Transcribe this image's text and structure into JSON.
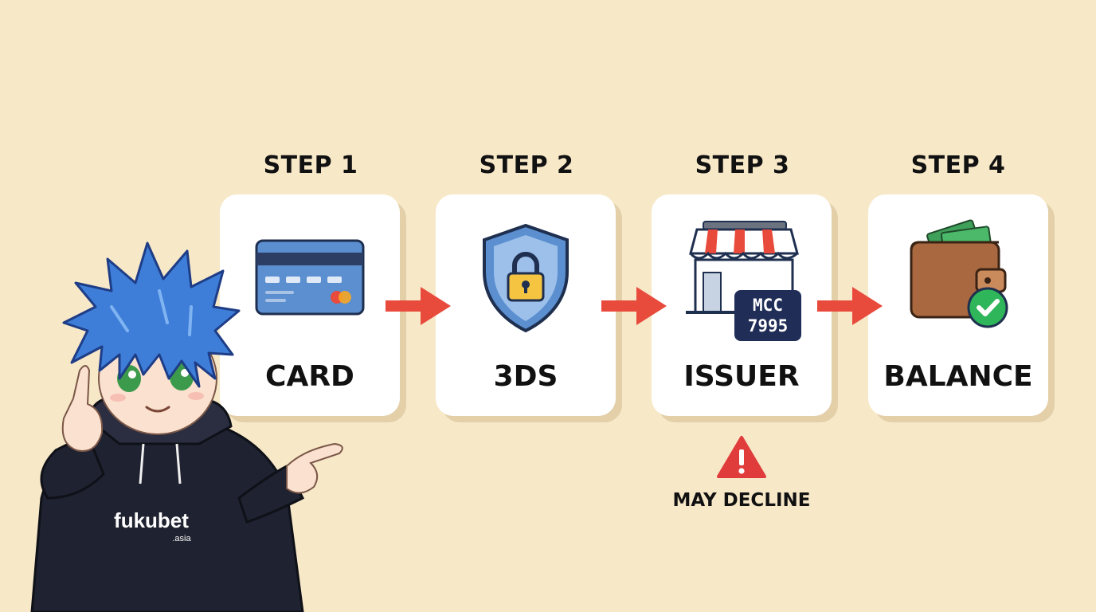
{
  "steps": [
    {
      "label": "STEP 1",
      "title": "CARD",
      "icon": "credit-card-icon"
    },
    {
      "label": "STEP 2",
      "title": "3DS",
      "icon": "shield-lock-icon"
    },
    {
      "label": "STEP 3",
      "title": "ISSUER",
      "icon": "store-icon",
      "badge_line1": "MCC",
      "badge_line2": "7995"
    },
    {
      "label": "STEP 4",
      "title": "BALANCE",
      "icon": "wallet-check-icon"
    }
  ],
  "warning": {
    "text": "MAY DECLINE",
    "icon": "warning-triangle-icon"
  },
  "mascot": {
    "hoodie_brand": "fukubet",
    "hoodie_sub": ".asia"
  },
  "colors": {
    "background": "#f7e8c8",
    "arrow": "#e84a3c",
    "card_blue": "#5b8fd0",
    "check_green": "#2fb55a",
    "warning_red": "#e03c3c"
  }
}
